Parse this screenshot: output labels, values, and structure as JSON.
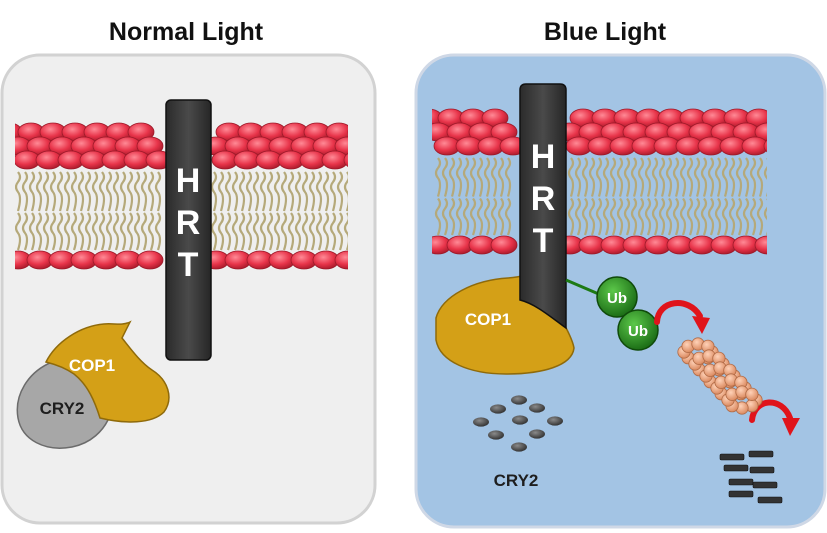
{
  "panels": {
    "left": {
      "title": "Normal Light",
      "channel_label": "HRT",
      "cop1_label": "COP1",
      "cry2_label": "CRY2"
    },
    "right": {
      "title": "Blue Light",
      "channel_label": "HRT",
      "cop1_label": "COP1",
      "cry2_label": "CRY2",
      "ubiquitin_labels": [
        "Ub",
        "Ub"
      ]
    }
  },
  "colors": {
    "left_background": "#efefef",
    "right_background": "#a3c4e4",
    "lipid_head": "#e8344a",
    "lipid_tail": "#b5a97a",
    "hrt_channel": "#3a3a3a",
    "cop1": "#d4a017",
    "cry2": "#a7a7a7",
    "ubiquitin": "#2a8a22",
    "proteasome": "#e9a07a",
    "arrow": "#e0141b"
  },
  "icons": [
    "lipid-bilayer",
    "hrt-channel",
    "cop1-protein",
    "cry2-protein",
    "ubiquitin",
    "proteasome",
    "degradation-fragments",
    "curved-arrow"
  ]
}
